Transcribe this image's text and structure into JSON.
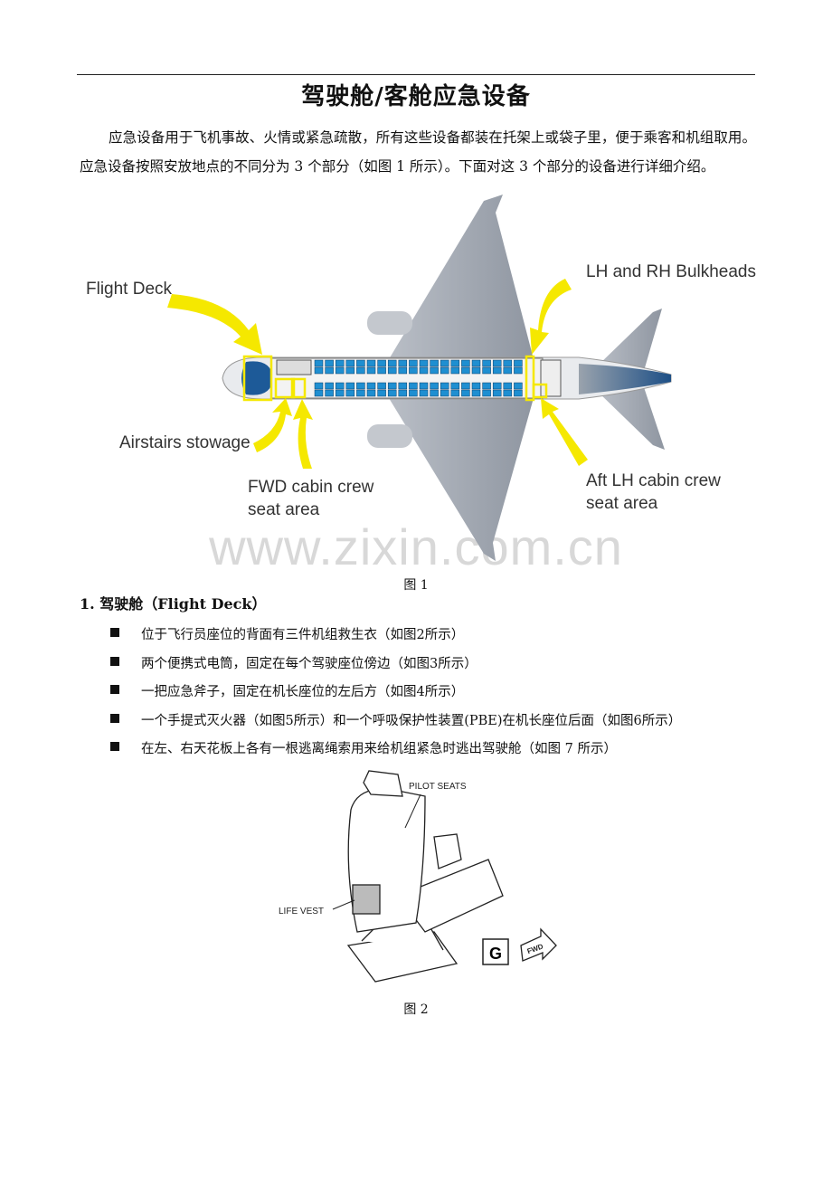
{
  "title": "驾驶舱/客舱应急设备",
  "intro": "应急设备用于飞机事故、火情或紧急疏散，所有这些设备都装在托架上或袋子里，便于乘客和机组取用。应急设备按照安放地点的不同分为 3 个部分（如图 1 所示）。下面对这 3 个部分的设备进行详细介绍。",
  "figure1": {
    "labels": {
      "flight_deck": "Flight Deck",
      "bulkheads": "LH and RH Bulkheads",
      "airstairs": "Airstairs stowage",
      "fwd_crew_1": "FWD cabin crew",
      "fwd_crew_2": "seat area",
      "aft_crew_1": "Aft LH cabin crew",
      "aft_crew_2": "seat area"
    },
    "caption": "图 1",
    "colors": {
      "highlight": "#f5e800",
      "seat": "#1f8fd1",
      "tail": "#1d4f86"
    }
  },
  "watermark": "www.zixin.com.cn",
  "section1": {
    "heading": "1.  驾驶舱（Flight Deck）",
    "bullets": [
      "位于飞行员座位的背面有三件机组救生衣（如图2所示）",
      "两个便携式电筒，固定在每个驾驶座位傍边（如图3所示）",
      "一把应急斧子，固定在机长座位的左后方（如图4所示）",
      "一个手提式灭火器（如图5所示）和一个呼吸保护性装置(PBE)在机长座位后面（如图6所示）",
      "在左、右天花板上各有一根逃离绳索用来给机组紧急时逃出驾驶舱（如图 7 所示）"
    ]
  },
  "figure2": {
    "pilot_seats": "PILOT SEATS",
    "life_vest": "LIFE VEST",
    "zone": "G",
    "fwd": "FWD",
    "caption": "图 2"
  }
}
